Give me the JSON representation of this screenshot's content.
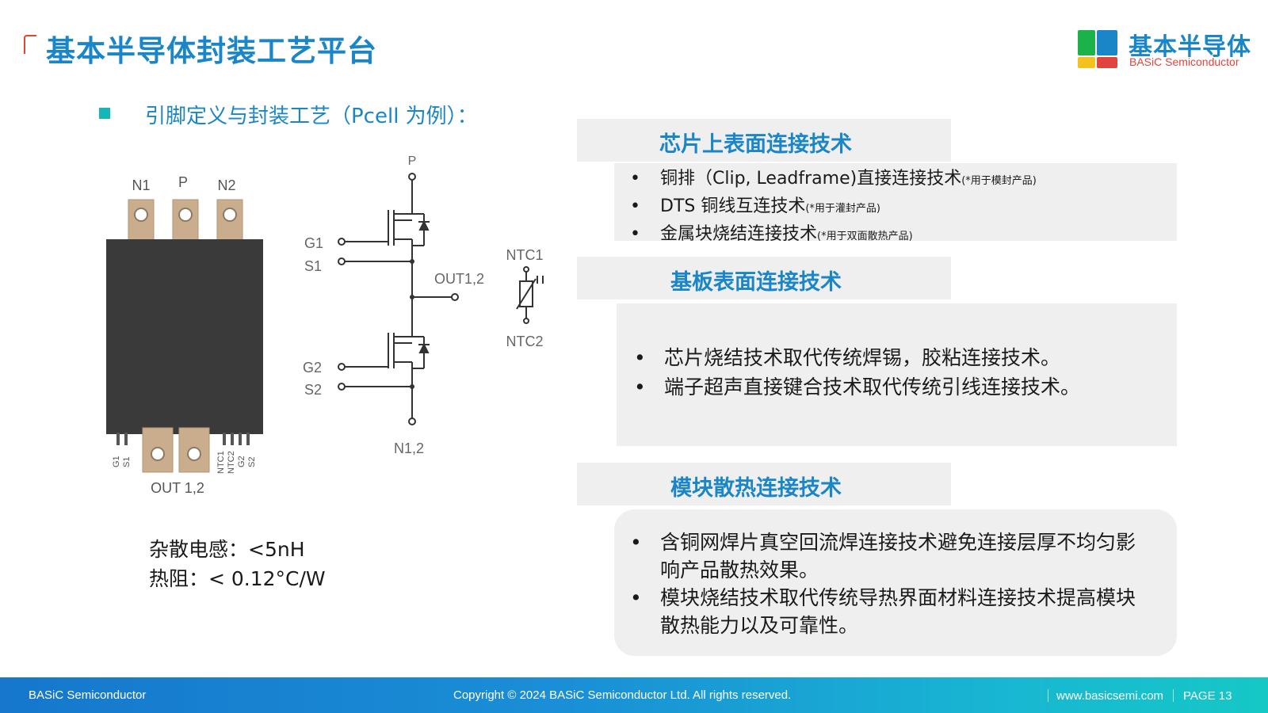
{
  "header": {
    "title": "基本半导体封装工艺平台",
    "logo_cn": "基本半导体",
    "logo_en": "BASiC Semiconductor",
    "colors": {
      "brand_blue": "#1a86c7",
      "accent_red": "#e0443c",
      "bullet_teal": "#13b7b7"
    }
  },
  "left": {
    "subheading": "引脚定义与封装工艺（Pcell 为例）：",
    "module_labels": {
      "top": [
        "N1",
        "P",
        "N2"
      ],
      "bottom_left": [
        "G1",
        "S1"
      ],
      "bottom_right": [
        "NTC1",
        "NTC2",
        "G2",
        "S2"
      ],
      "out": "OUT 1,2"
    },
    "circuit_labels": {
      "p": "P",
      "g1": "G1",
      "s1": "S1",
      "out": "OUT1,2",
      "g2": "G2",
      "s2": "S2",
      "n": "N1,2",
      "ntc1": "NTC1",
      "ntc2": "NTC2"
    },
    "specs": [
      "杂散电感：<5nH",
      "热阻：< 0.12°C/W"
    ]
  },
  "sections": [
    {
      "title": "芯片上表面连接技术",
      "items": [
        {
          "text": "铜排（Clip, Leadframe)直接连接技术",
          "note": "(*用于模封产品)"
        },
        {
          "text": "DTS 铜线互连技术",
          "note": "(*用于灌封产品)"
        },
        {
          "text": "金属块烧结连接技术",
          "note": "(*用于双面散热产品)"
        }
      ]
    },
    {
      "title": "基板表面连接技术",
      "items": [
        {
          "text": "芯片烧结技术取代传统焊锡，胶粘连接技术。"
        },
        {
          "text": "端子超声直接键合技术取代传统引线连接技术。"
        }
      ]
    },
    {
      "title": "模块散热连接技术",
      "items": [
        {
          "text": "含铜网焊片真空回流焊连接技术避免连接层厚不均匀影响产品散热效果。"
        },
        {
          "text": "模块烧结技术取代传统导热界面材料连接技术提高模块散热能力以及可靠性。"
        }
      ]
    }
  ],
  "footer": {
    "left": "BASiC Semiconductor",
    "center": "Copyright © 2024 BASiC Semiconductor Ltd. All rights reserved.",
    "url": "www.basicsemi.com",
    "page": "PAGE 13"
  }
}
